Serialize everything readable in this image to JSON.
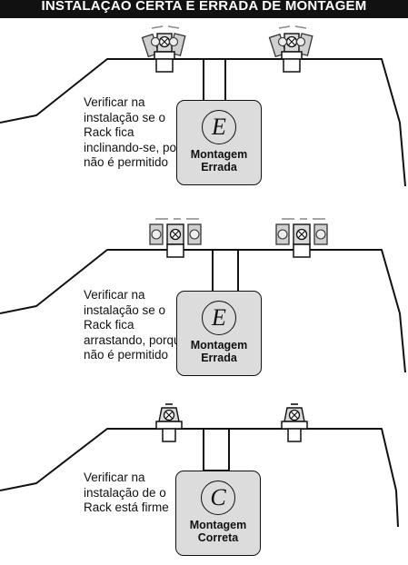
{
  "header": {
    "title": "INSTALAÇÃO CERTA E ERRADA DE MONTAGEM"
  },
  "panels": [
    {
      "note": "Verificar na instalação se o Rack fica inclinando-se, pois não é permitido",
      "badge": "E",
      "label_line1": "Montagem",
      "label_line2": "Errada",
      "verdict": "wrong"
    },
    {
      "note": "Verificar na instalação se o Rack fica arrastando, porque não é permitido",
      "badge": "E",
      "label_line1": "Montagem",
      "label_line2": "Errada",
      "verdict": "wrong"
    },
    {
      "note": "Verificar na instalação de o Rack está firme",
      "badge": "C",
      "label_line1": "Montagem",
      "label_line2": "Correta",
      "verdict": "correct"
    }
  ],
  "icons": {
    "roof": "car-roof-outline-icon",
    "foot_wrong": "rack-foot-misaligned-icon",
    "foot_correct": "rack-foot-icon"
  }
}
